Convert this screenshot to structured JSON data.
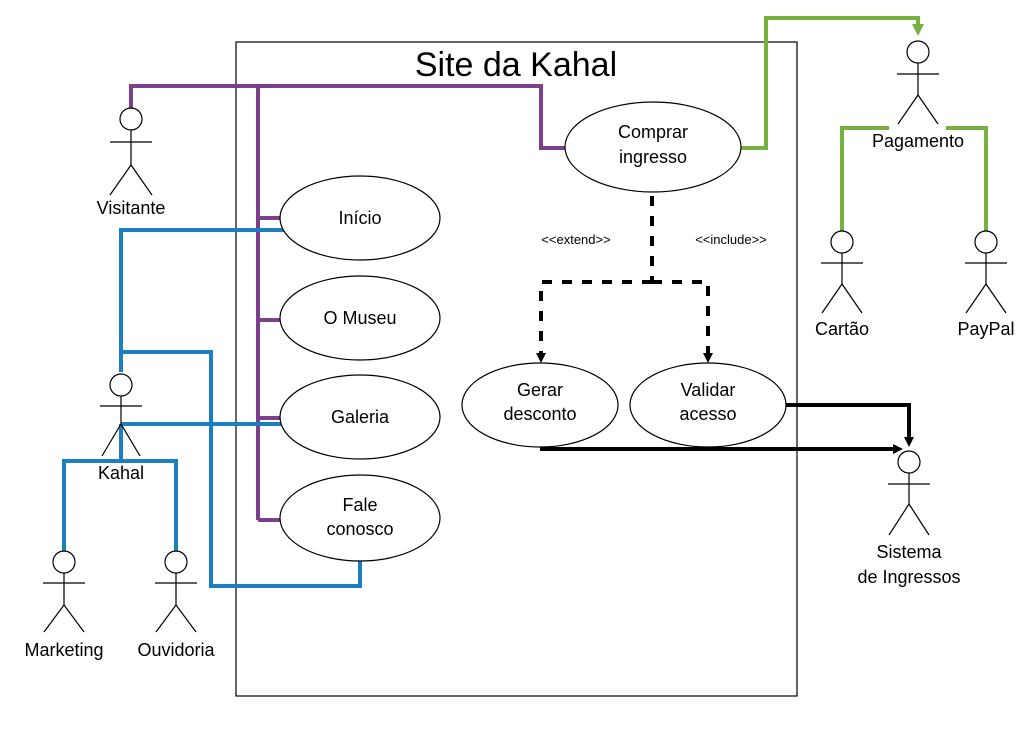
{
  "system": {
    "title": "Site da Kahal"
  },
  "colors": {
    "visitor_links": "#7b3f8c",
    "kahal_links": "#1b7fc0",
    "payment_links": "#76b041",
    "include_extend_links": "#000000"
  },
  "actors": {
    "visitante": "Visitante",
    "kahal": "Kahal",
    "marketing": "Marketing",
    "ouvidoria": "Ouvidoria",
    "pagamento": "Pagamento",
    "cartao": "Cartão",
    "paypal": "PayPal",
    "sistema_line1": "Sistema",
    "sistema_line2": "de Ingressos"
  },
  "use_cases": {
    "inicio": [
      "Início"
    ],
    "museu": [
      "O Museu"
    ],
    "galeria": [
      "Galeria"
    ],
    "fale": [
      "Fale",
      "conosco"
    ],
    "comprar": [
      "Comprar",
      "ingresso"
    ],
    "gerar": [
      "Gerar",
      "desconto"
    ],
    "validar": [
      "Validar",
      "acesso"
    ]
  },
  "stereotypes": {
    "extend": "<<extend>>",
    "include": "<<include>>"
  }
}
